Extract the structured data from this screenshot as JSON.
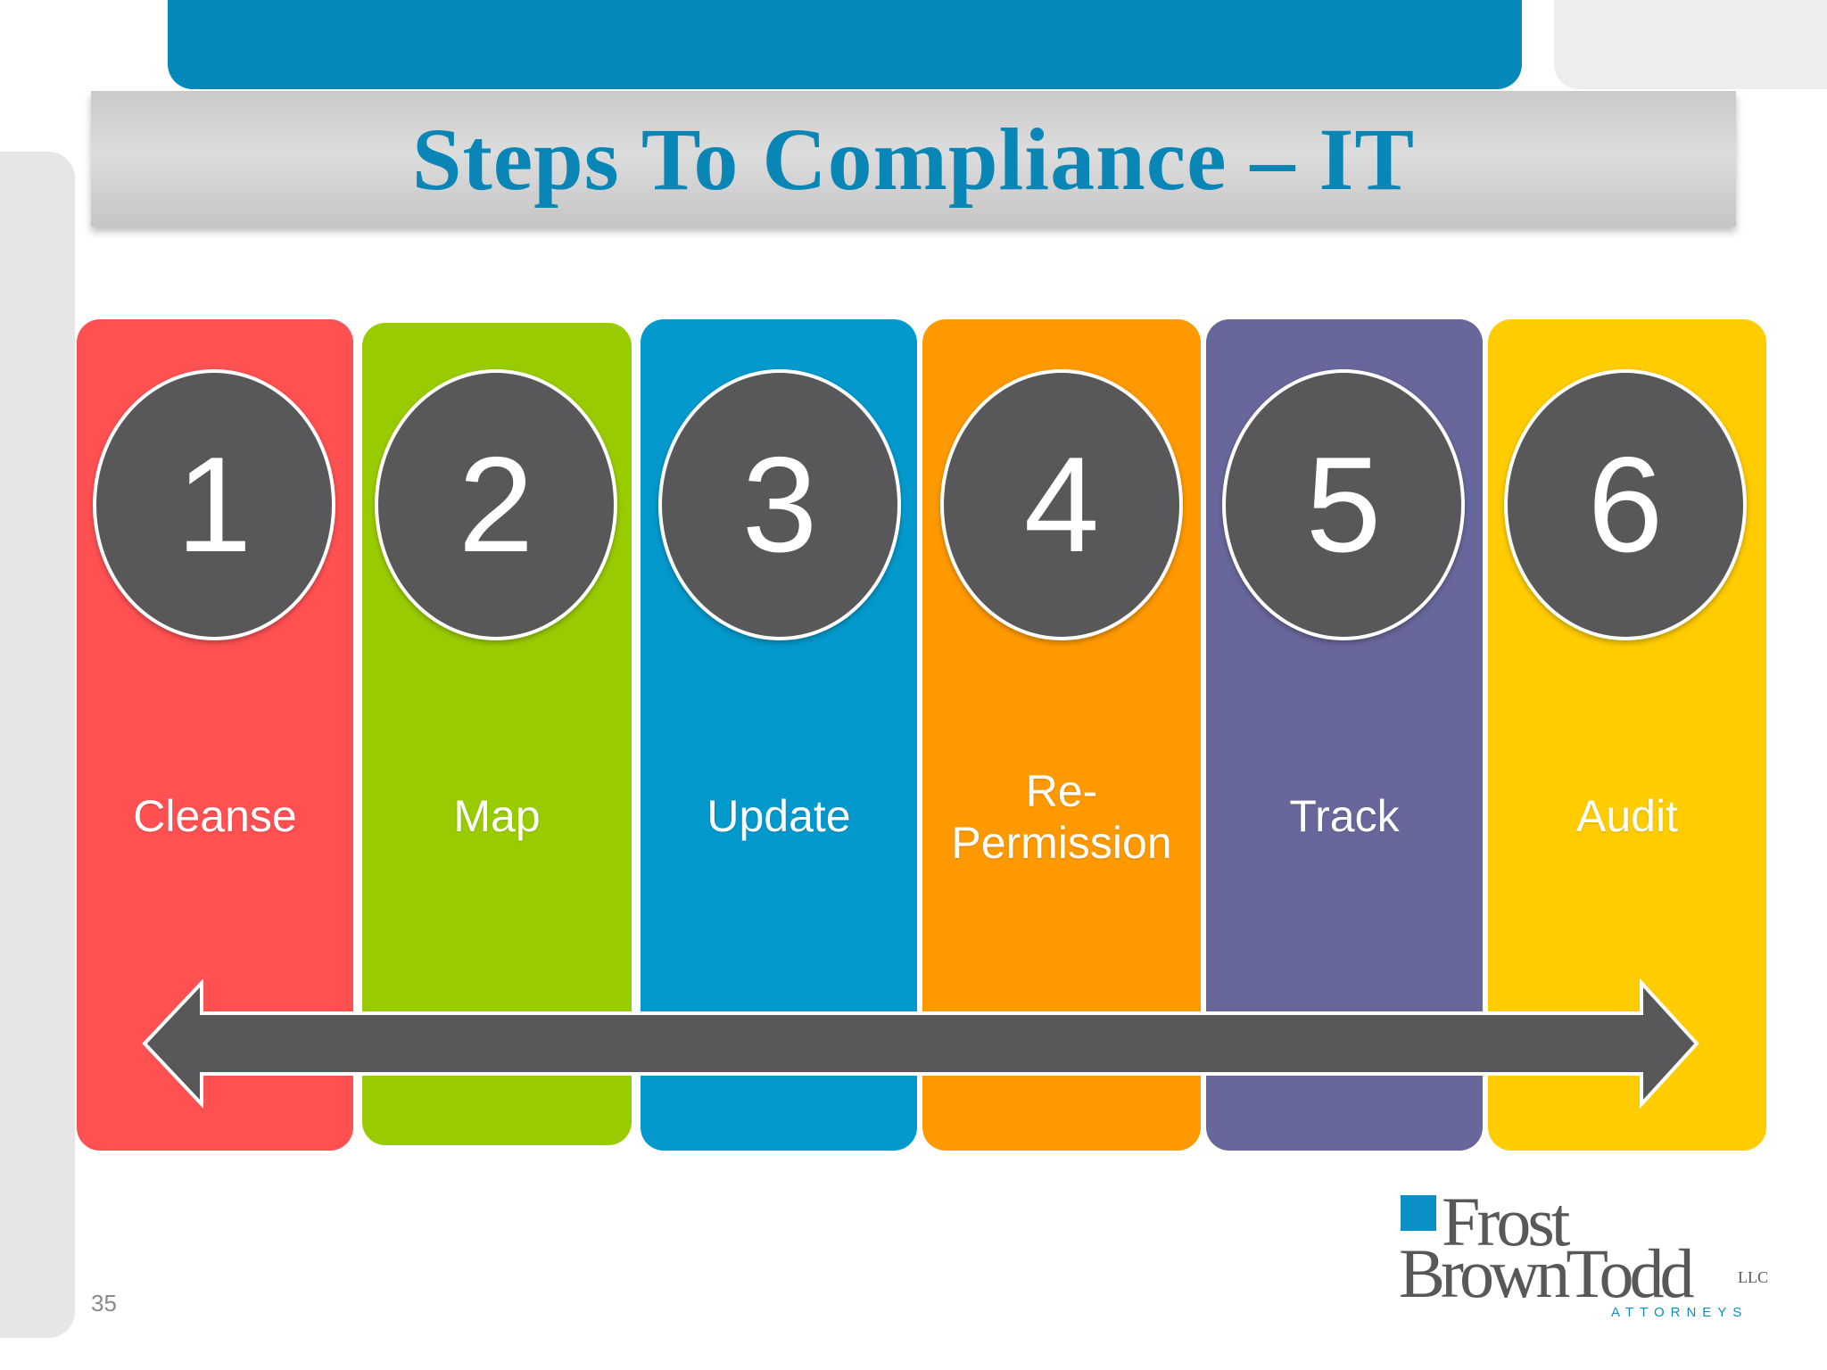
{
  "slide": {
    "title": "Steps To Compliance – IT",
    "page_number": "35"
  },
  "steps": [
    {
      "number": "1",
      "label": "Cleanse",
      "color": "#ff5052"
    },
    {
      "number": "2",
      "label": "Map",
      "color": "#99cc00"
    },
    {
      "number": "3",
      "label": "Update",
      "color": "#0399cc"
    },
    {
      "number": "4",
      "label": "Re-\nPermission",
      "color": "#ff9900"
    },
    {
      "number": "5",
      "label": "Track",
      "color": "#68679b"
    },
    {
      "number": "6",
      "label": "Audit",
      "color": "#ffcc00"
    }
  ],
  "colors": {
    "top_bar": "#0589bb",
    "title_text": "#0a86b6",
    "circle_fill": "#58585a",
    "arrow_fill": "#58585a",
    "logo_square": "#0a8fc6",
    "logo_text": "#58585a"
  },
  "logo": {
    "line1": "Frost",
    "line2": "BrownTodd",
    "suffix": "LLC",
    "tagline": "ATTORNEYS"
  }
}
